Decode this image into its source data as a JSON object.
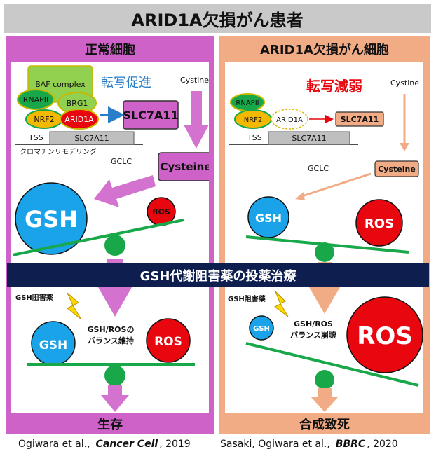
{
  "title": "ARID1A欠損がん患者",
  "banner": "GSH代謝阻害薬の投薬治療",
  "left": {
    "header": "正常細胞",
    "footer": "生存",
    "baf_label": "BAF complex",
    "rnapii": "RNAPII",
    "brg1": "BRG1",
    "nrf2": "NRF2",
    "arid1a": "ARID1A",
    "promote_label": "転写促進",
    "slc7a11_box": "SLC7A11",
    "tss": "TSS",
    "gene": "SLC7A11",
    "remodeling": "クロマチンリモデリング",
    "cystine": "Cystine",
    "gclc": "GCLC",
    "cysteine": "Cysteine",
    "gsh": "GSH",
    "ros": "ROS",
    "inhibitor": "GSH阻害薬",
    "balance_line1": "GSH/ROSの",
    "balance_line2": "バランス維持",
    "gsh2": "GSH",
    "ros2": "ROS"
  },
  "right": {
    "header": "ARID1A欠損がん細胞",
    "footer": "合成致死",
    "rnapii": "RNAPII",
    "nrf2": "NRF2",
    "arid1a": "ARID1A",
    "reduce_label": "転写減弱",
    "slc7a11_box": "SLC7A11",
    "tss": "TSS",
    "gene": "SLC7A11",
    "cystine": "Cystine",
    "gclc": "GCLC",
    "cysteine": "Cysteine",
    "gsh": "GSH",
    "ros": "ROS",
    "inhibitor": "GSH阻害薬",
    "balance_line1": "GSH/ROS",
    "balance_line2": "バランス崩壊",
    "gsh2": "GSH",
    "ros2": "ROS"
  },
  "citations": {
    "left_pre": "Ogiwara et al.,",
    "left_journal": "Cancer Cell",
    "left_year": ", 2019",
    "right_pre": "Sasaki, Ogiwara et al.,",
    "right_journal": "BBRC",
    "right_year": ", 2020"
  },
  "colors": {
    "magenta": "#cf62c8",
    "peach": "#f1ac86",
    "navy": "#0e1f4f",
    "gsh_blue": "#1aa3e8",
    "ros_red": "#e8070e",
    "balance_green": "#18a84a",
    "promote_blue": "#2a7ec8",
    "reduce_red": "#e8070e"
  }
}
